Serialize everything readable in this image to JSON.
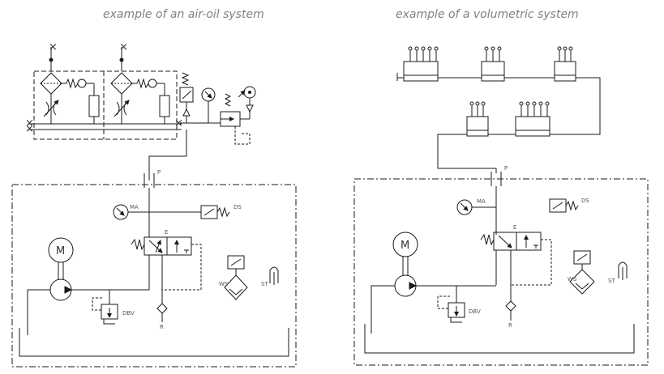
{
  "left": {
    "title": "example of an air-oil system",
    "labels": {
      "p": "P",
      "ma": "MA",
      "ds": "DS",
      "e": "E",
      "ws": "WS",
      "st": "ST",
      "dbv": "DBV",
      "r": "R",
      "motor": "M"
    }
  },
  "right": {
    "title": "example of a volumetric system",
    "labels": {
      "p": "P",
      "ma": "MA",
      "ds": "DS",
      "e": "E",
      "ws": "WS",
      "st": "ST",
      "dbv": "DBV",
      "r": "R",
      "motor": "M"
    }
  },
  "colors": {
    "line": "#1a1a1a",
    "title": "#808080",
    "label": "#555555"
  }
}
